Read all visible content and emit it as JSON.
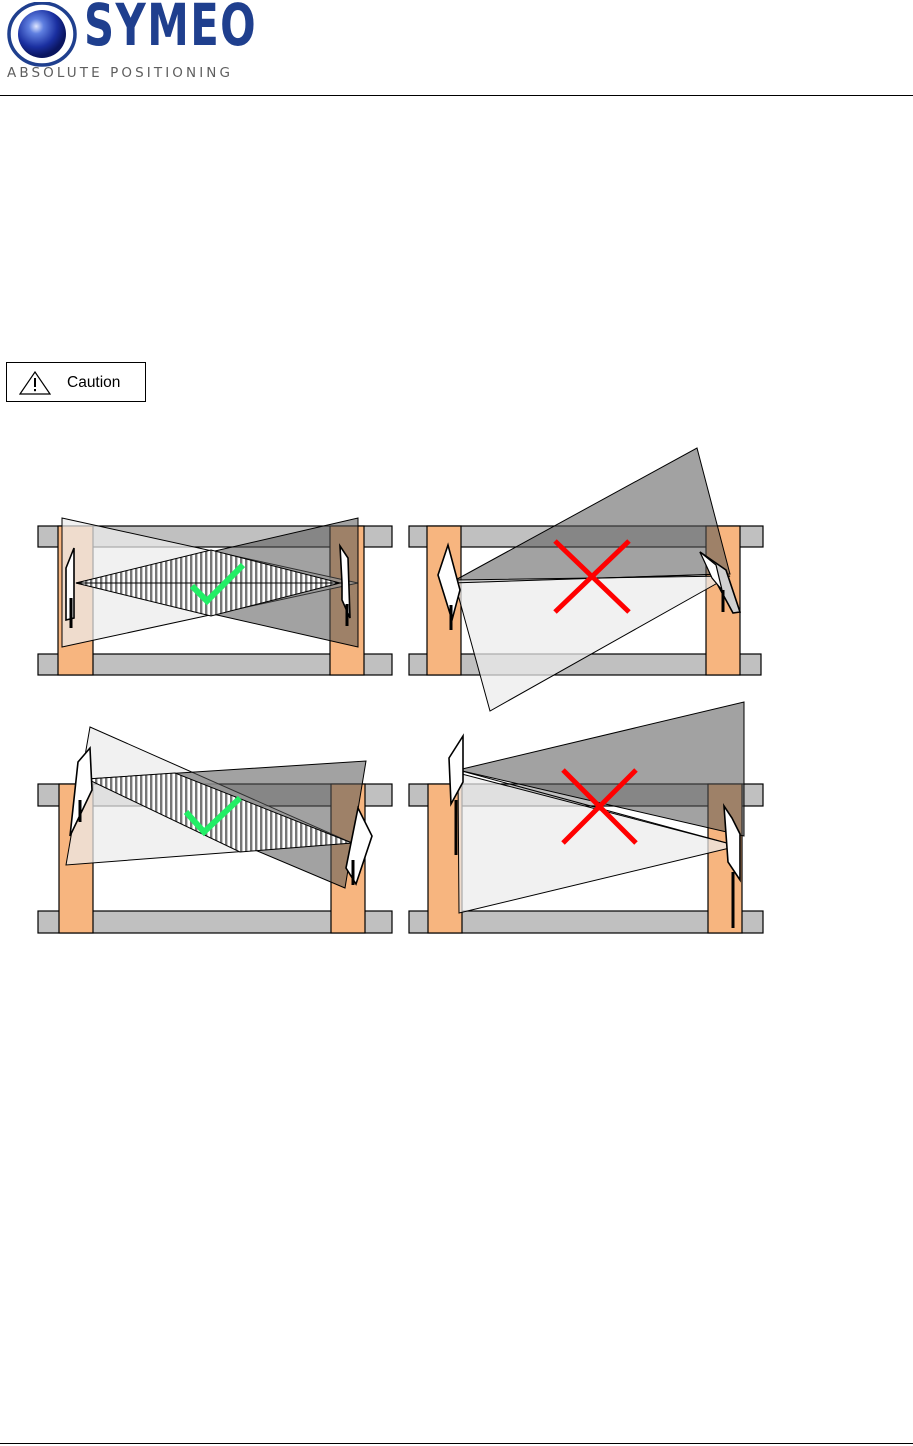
{
  "header": {
    "logo_word": "SYMEO",
    "logo_tagline": "ABSOLUTE POSITIONING",
    "colors": {
      "brand_blue": "#1f3f8e",
      "tagline_gray": "#5e5e5e"
    }
  },
  "caution": {
    "icon": "warning-triangle-icon",
    "label": "Caution"
  },
  "figure": {
    "panels": [
      {
        "position": "top-left",
        "verdict": "correct",
        "mark_icon": "checkmark-icon"
      },
      {
        "position": "top-right",
        "verdict": "incorrect",
        "mark_icon": "cross-icon"
      },
      {
        "position": "bottom-left",
        "verdict": "correct",
        "mark_icon": "checkmark-icon"
      },
      {
        "position": "bottom-right",
        "verdict": "incorrect",
        "mark_icon": "cross-icon"
      }
    ],
    "colors": {
      "pillar": "#f7b57f",
      "rail": "#c0c0c0",
      "beam_dark": "#6f6f6f",
      "beam_light": "#ededed",
      "check": "#22ee66",
      "cross": "#ff0000"
    }
  }
}
